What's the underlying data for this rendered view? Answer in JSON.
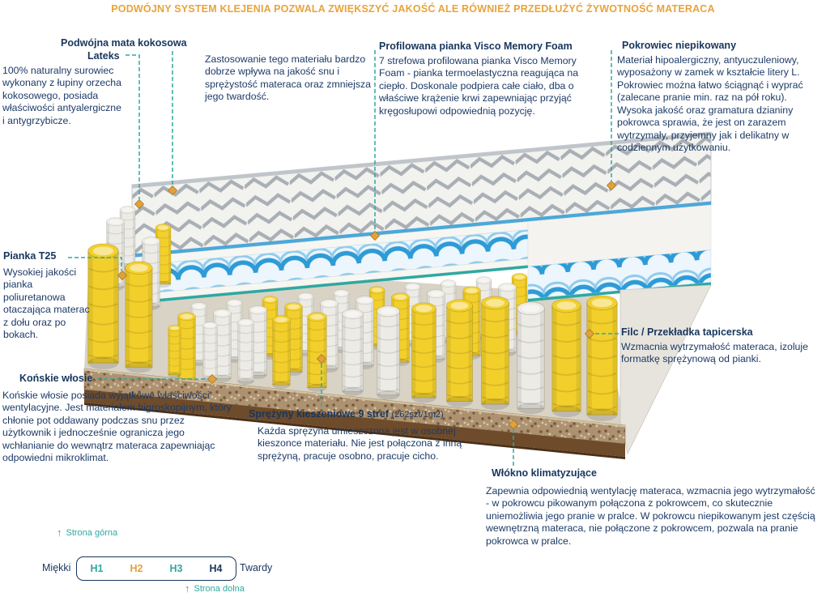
{
  "header": {
    "title": "PODWÓJNY SYSTEM KLEJENIA POZWALA ZWIĘKSZYĆ JAKOŚĆ ALE RÓWNIEŻ PRZEDŁUŻYĆ ŻYWOTNOŚĆ MATERACA"
  },
  "callouts": {
    "kokos": {
      "heading": "Podwójna mata kokosowa",
      "body": "100% naturalny surowiec wykonany z łupiny orzecha kokosowego, posiada właściwości antyalergiczne i antygrzybicze."
    },
    "lateks": {
      "heading": "Lateks",
      "body": "Zastosowanie tego materiału bardzo dobrze wpływa na jakość snu i sprężystość materaca oraz zmniejsza jego twardość."
    },
    "visco": {
      "heading": "Profilowana pianka Visco Memory Foam",
      "body": "7 strefowa profilowana pianka Visco Memory Foam - pianka termoelastyczna reagująca na ciepło. Doskonale podpiera całe ciało, dba o właściwe krążenie krwi zapewniając przyjąć kręgosłupowi odpowiednią pozycję."
    },
    "pokrowiec": {
      "heading": "Pokrowiec niepikowany",
      "body": "Materiał hipoalergiczny, antyuczuleniowy, wyposażony w zamek w kształcie litery L. Pokrowiec można łatwo ściągnąć i wyprać (zalecane pranie min. raz na pół roku). Wysoka jakość oraz gramatura dzianiny pokrowca sprawia, że jest on zarazem wytrzymały, przyjemny jak i delikatny w codziennym użytkowaniu."
    },
    "pianka_t25": {
      "heading": "Pianka T25",
      "body": "Wysokiej jakości pianka poliuretanowa otaczająca materac z dołu oraz po bokach."
    },
    "konskie": {
      "heading": "Końskie włosie",
      "body": "Końskie włosie posiada wyjątkowe właściwości wentylacyjne. Jest materiałem higroskopijnym, który chłonie pot oddawany podczas snu przez użytkownik i jednocześnie ogranicza jego wchłanianie do wewnątrz materaca zapewniając odpowiedni mikroklimat."
    },
    "sprezyny": {
      "heading": "Sprężyny kieszeniowe 9 stref",
      "note": "(262szt/1m2)",
      "body": "Każda sprężyna umieszczona jest w osobnej kieszonce materiału. Nie jest połączona z inną sprężyną, pracuje osobno, pracuje cicho."
    },
    "filc": {
      "heading": "Filc / Przekładka tapicerska",
      "body": "Wzmacnia wytrzymałość materaca, izoluje formatkę sprężynową od pianki."
    },
    "wlokno": {
      "heading": "Włókno klimatyzujące",
      "body": "Zapewnia odpowiednią wentylację materaca, wzmacnia jego wytrzymałość - w pokrowcu pikowanym połączona z pokrowcem, co skutecznie uniemożliwia jego pranie w pralce. W pokrowcu niepikowanym jest częścią wewnętrzną materaca, nie połączone z pokrowcem, pozwala na pranie pokrowca w pralce."
    }
  },
  "scale": {
    "top_label": "Strona górna",
    "bottom_label": "Strona dolna",
    "soft_label": "Miękki",
    "hard_label": "Twardy",
    "levels": [
      "H1",
      "H2",
      "H3",
      "H4"
    ]
  },
  "colors": {
    "accent_orange": "#E8A33B",
    "heading_navy": "#17365D",
    "connector_teal": "#2FA8A0",
    "wave_blue": "#2E9BD6",
    "spring_yellow": "#F2CF2B",
    "base_brown": "#6E4B2A",
    "level_colors": {
      "H1": "#2FA8A0",
      "H2": "#E2A13B",
      "H3": "#2FA8A0",
      "H4": "#17365D"
    }
  }
}
